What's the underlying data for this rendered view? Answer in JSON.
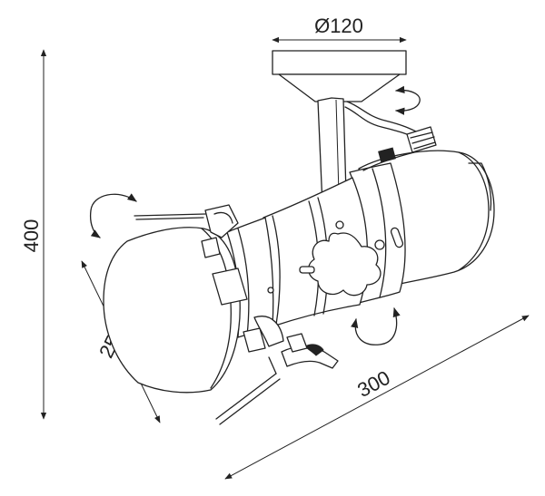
{
  "dimensions": {
    "diameter": "Ø120",
    "height": "400",
    "depth": "250",
    "length": "300"
  },
  "colors": {
    "line": "#222222",
    "background": "#ffffff"
  }
}
